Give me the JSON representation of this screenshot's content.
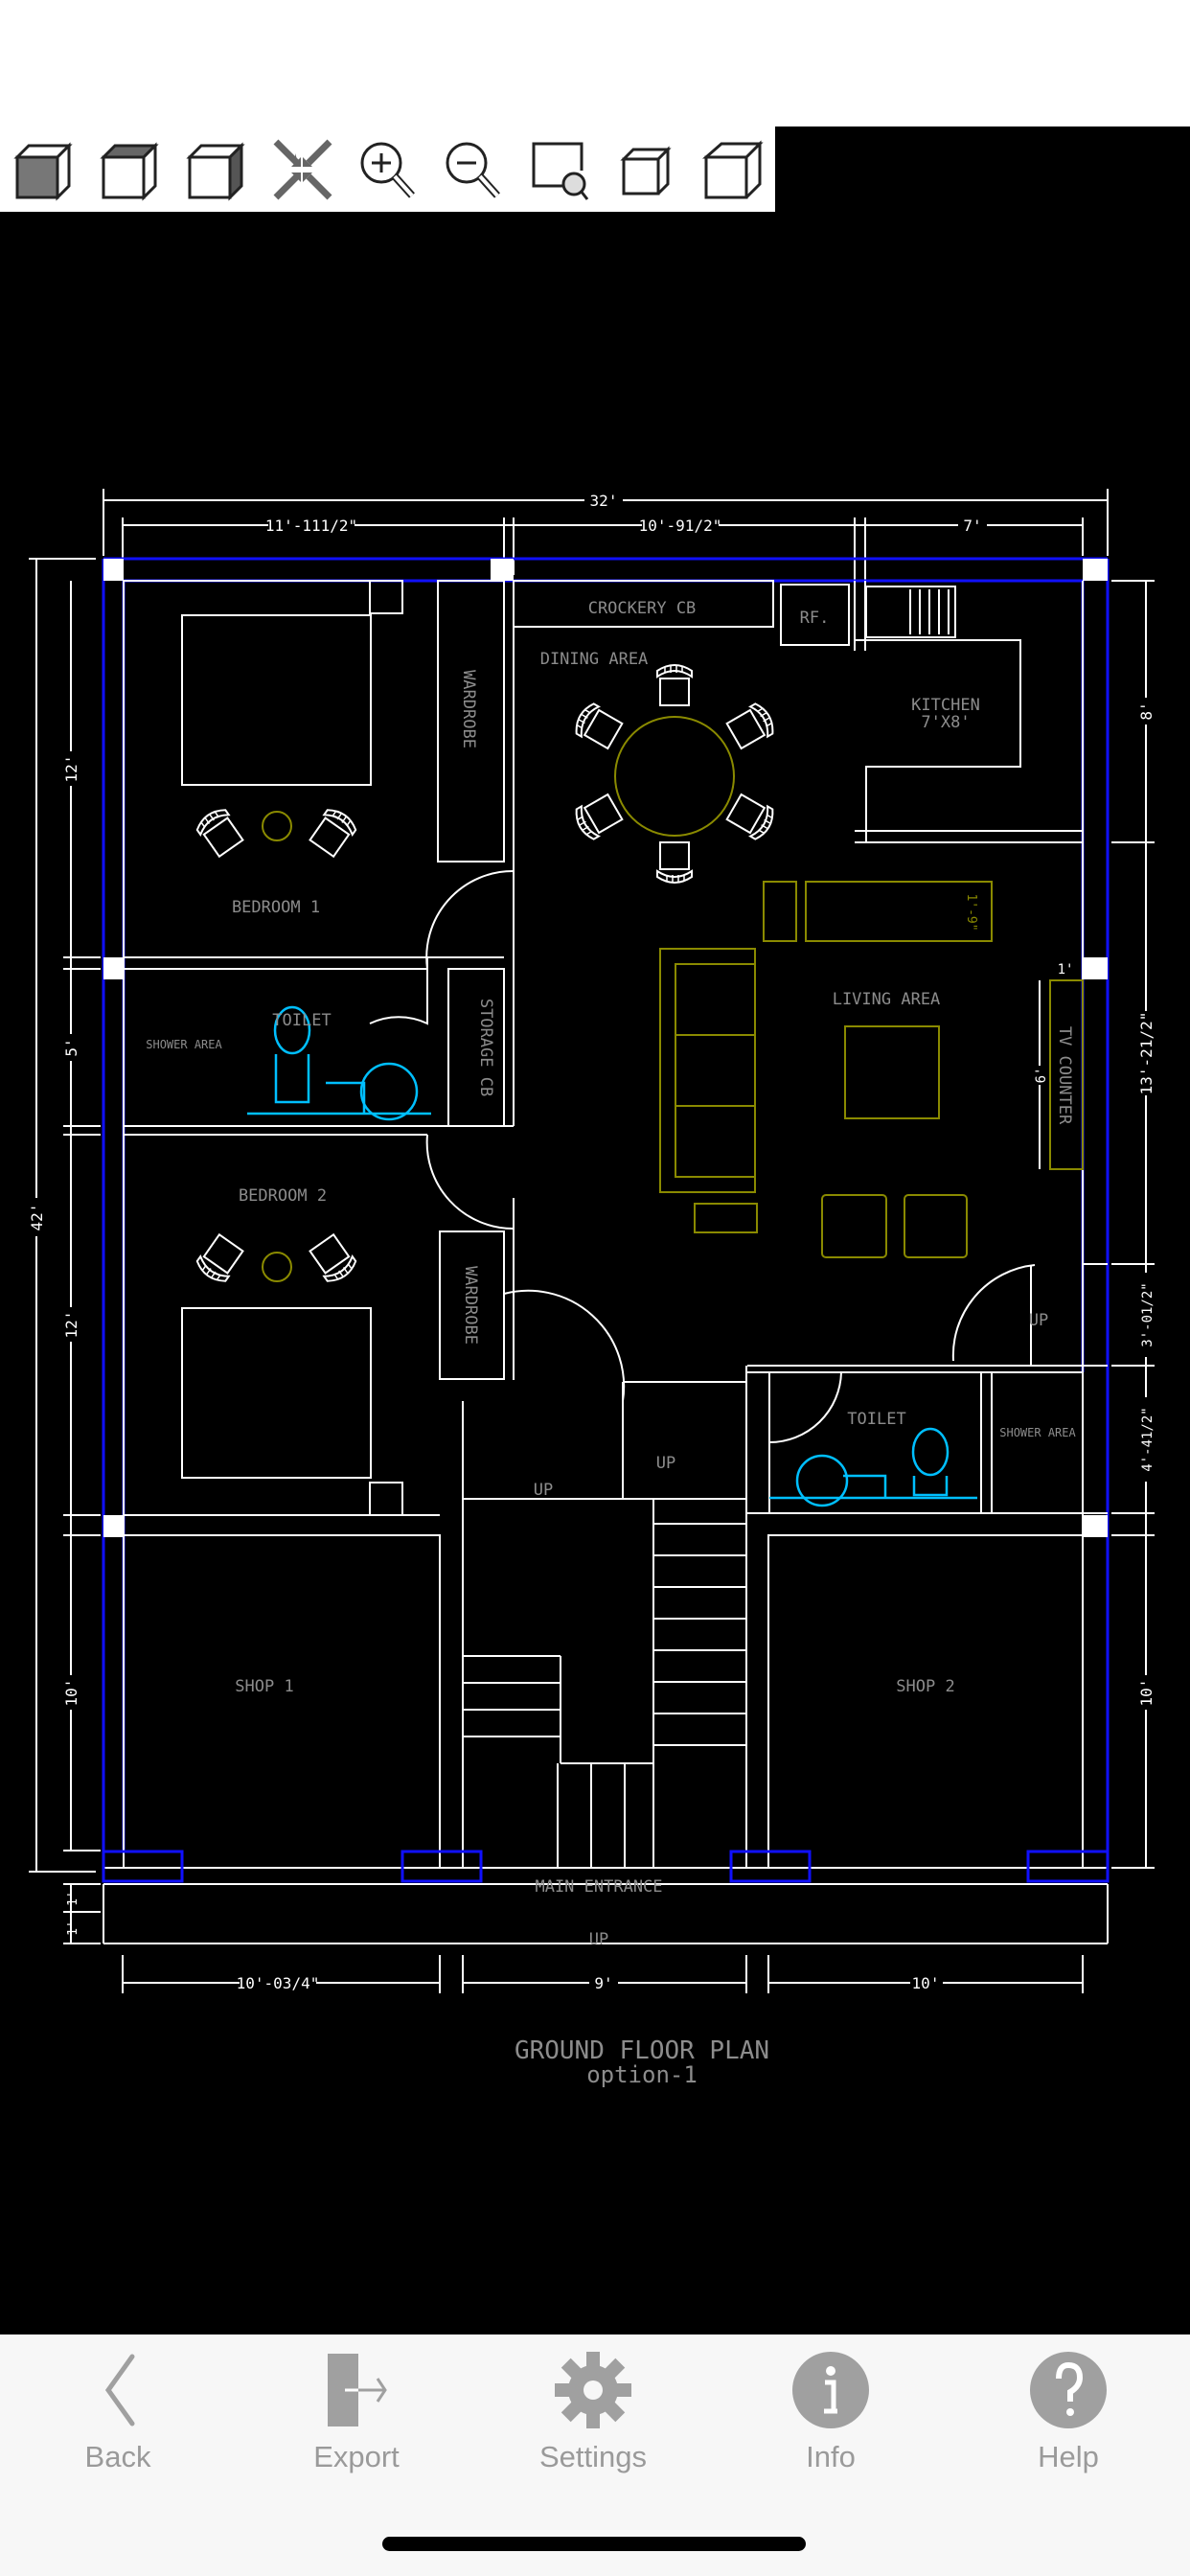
{
  "toolbar": {
    "icons": [
      "view-front-icon",
      "view-top-icon",
      "view-right-icon",
      "zoom-extents-icon",
      "zoom-in-icon",
      "zoom-out-icon",
      "zoom-window-icon",
      "view-iso-left-icon",
      "view-iso-right-icon"
    ]
  },
  "drawing": {
    "title": "GROUND FLOOR PLAN",
    "subtitle": "option-1",
    "rooms": {
      "crockery": "CROCKERY CB",
      "rf": "RF.",
      "dining": "DINING AREA",
      "kitchen": "KITCHEN",
      "kitchen_size": "7'X8'",
      "wardrobe1": "WARDROBE",
      "bedroom1": "BEDROOM 1",
      "toilet1": "TOILET",
      "shower1": "SHOWER AREA",
      "storage": "STORAGE CB",
      "living": "LIVING AREA",
      "tv_counter": "TV COUNTER",
      "bedroom2": "BEDROOM 2",
      "wardrobe2": "WARDROBE",
      "up1": "UP",
      "up2": "UP",
      "up3": "UP",
      "toilet2": "TOILET",
      "shower2": "SHOWER AREA",
      "shop1": "SHOP 1",
      "shop2": "SHOP 2",
      "main_entrance": "MAIN ENTRANCE",
      "up4": "UP"
    },
    "dims": {
      "top_total": "32'",
      "top_1": "11'-111/2\"",
      "top_2": "10'-91/2\"",
      "top_3": "7'",
      "left_total": "42'",
      "left_1": "12'",
      "left_2": "5'",
      "left_3": "12'",
      "left_4": "10'",
      "left_5": "1'",
      "left_6": "1'",
      "right_1": "8'",
      "right_2": "13'-21/2\"",
      "right_3": "3'-01/2\"",
      "right_4": "4'-41/2\"",
      "right_5": "10'",
      "bottom_1": "10'-03/4\"",
      "bottom_2": "9'",
      "bottom_3": "10'",
      "tv_6": "6'",
      "tv_1": "1'",
      "cabinet": "1'-9\""
    },
    "colors": {
      "walls": "#ffffff",
      "columns_outline": "#1010ff",
      "furniture": "#8a8a00",
      "sanitary": "#00bfff",
      "labels": "#8c8c8c"
    }
  },
  "nav": {
    "back": "Back",
    "export": "Export",
    "settings": "Settings",
    "info": "Info",
    "help": "Help"
  }
}
